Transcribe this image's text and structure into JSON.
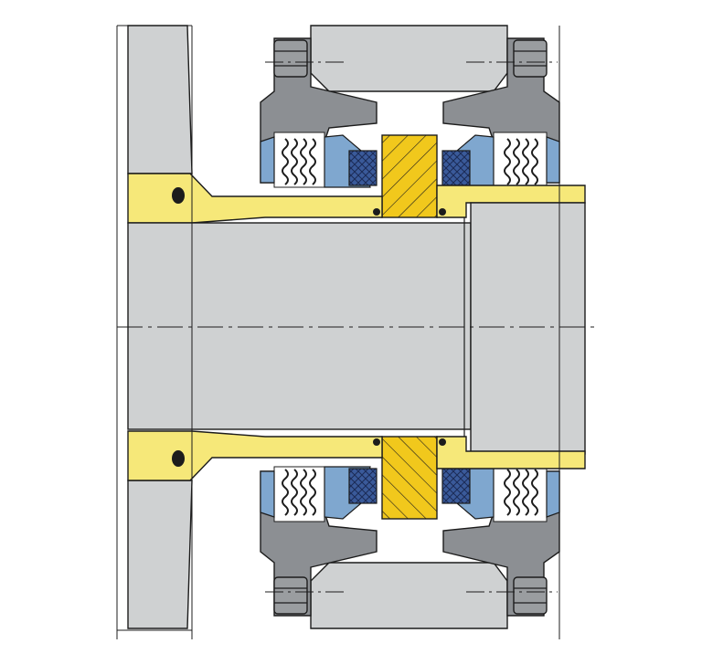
{
  "diagram": {
    "kind": "mechanical seal cross-section drawing",
    "labels": [],
    "colors": {
      "background": "#ffffff",
      "housing_gray": "#cfd1d2",
      "gland_dark_gray": "#8c8f93",
      "shaft_sleeve_yellow": "#f6e879",
      "seat_ring_yellow": "#f1c81c",
      "spring_holder_blue": "#7fa7cf",
      "packing_dark_blue": "#3a5a9a",
      "bolt_gray": "#9a9da0",
      "outline": "#1c1c1c"
    },
    "parts": {
      "housing": "housing",
      "shaft": "shaft",
      "sleeve": "sleeve",
      "seat": "seat ring",
      "gland": "gland",
      "spring": "spring",
      "packing": "packing",
      "bolt": "bolt",
      "oring": "o-ring"
    }
  }
}
